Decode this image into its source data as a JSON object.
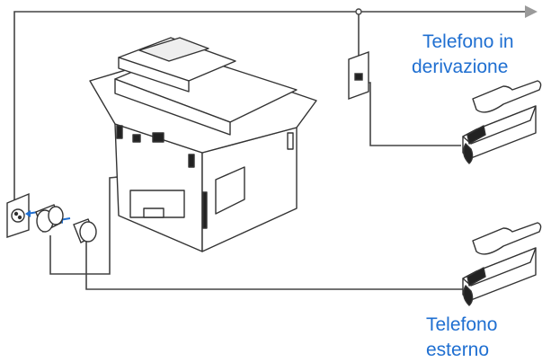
{
  "labels": {
    "extension_phone": [
      "Telefono in",
      "derivazione"
    ],
    "external_phone": [
      "Telefono",
      "esterno"
    ]
  },
  "colors": {
    "label_text": "#1f6fd1",
    "line": "#444444",
    "arrow": "#9a9a9a",
    "plug_arrow": "#1f6fd1"
  },
  "icons": [
    "machine-icon",
    "wall-jack-icon",
    "wall-socket-icon",
    "plug-adapter-icon",
    "telephone-icon",
    "arrow-right-icon"
  ]
}
